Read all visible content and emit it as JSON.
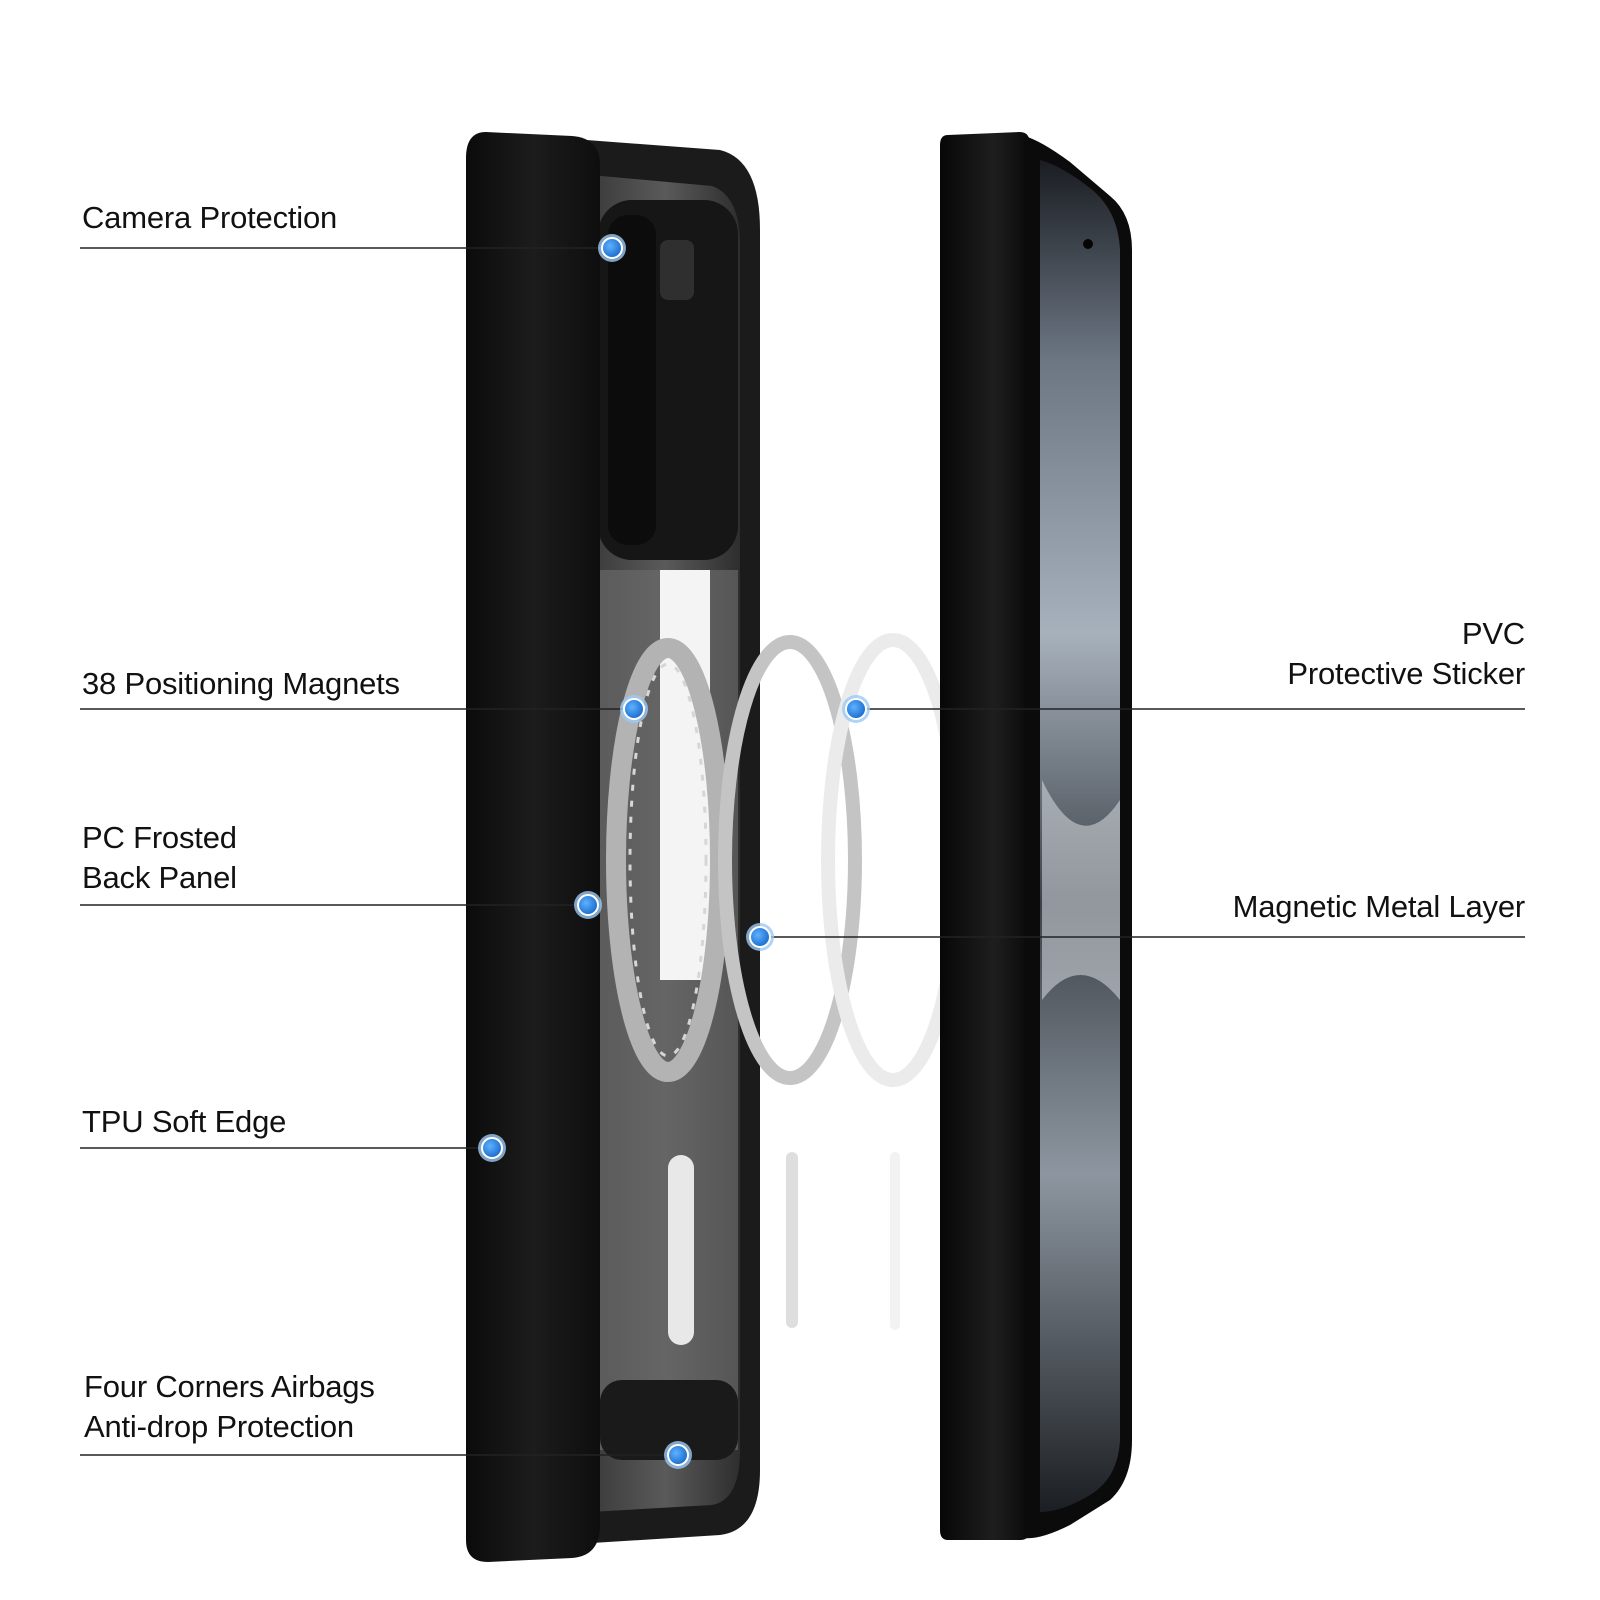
{
  "colors": {
    "background": "#ffffff",
    "text": "#111111",
    "leader_line": "#222222",
    "marker_fill": "#1e7fe0",
    "marker_ring": "#9cc9f5",
    "case_tpu": "#141414",
    "case_inner": "#2a2a2a",
    "magnetic_ring": "#b9b9b9",
    "metal_ring": "#c8c8c8",
    "sticker_ring": "#ececec",
    "screen_dark": "#0d0f12",
    "screen_light": "#8f99a4"
  },
  "callouts": {
    "camera_protection": {
      "line1": "Camera Protection"
    },
    "positioning_magnets": {
      "line1": "38 Positioning Magnets"
    },
    "pc_back_panel": {
      "line1": "PC Frosted",
      "line2": "Back Panel"
    },
    "tpu_soft_edge": {
      "line1": "TPU Soft Edge"
    },
    "corner_airbags": {
      "line1": "Four Corners Airbags",
      "line2": "Anti-drop Protection"
    },
    "pvc_sticker": {
      "line1": "PVC",
      "line2": "Protective Sticker"
    },
    "magnetic_metal_layer": {
      "line1": "Magnetic Metal Layer"
    }
  }
}
